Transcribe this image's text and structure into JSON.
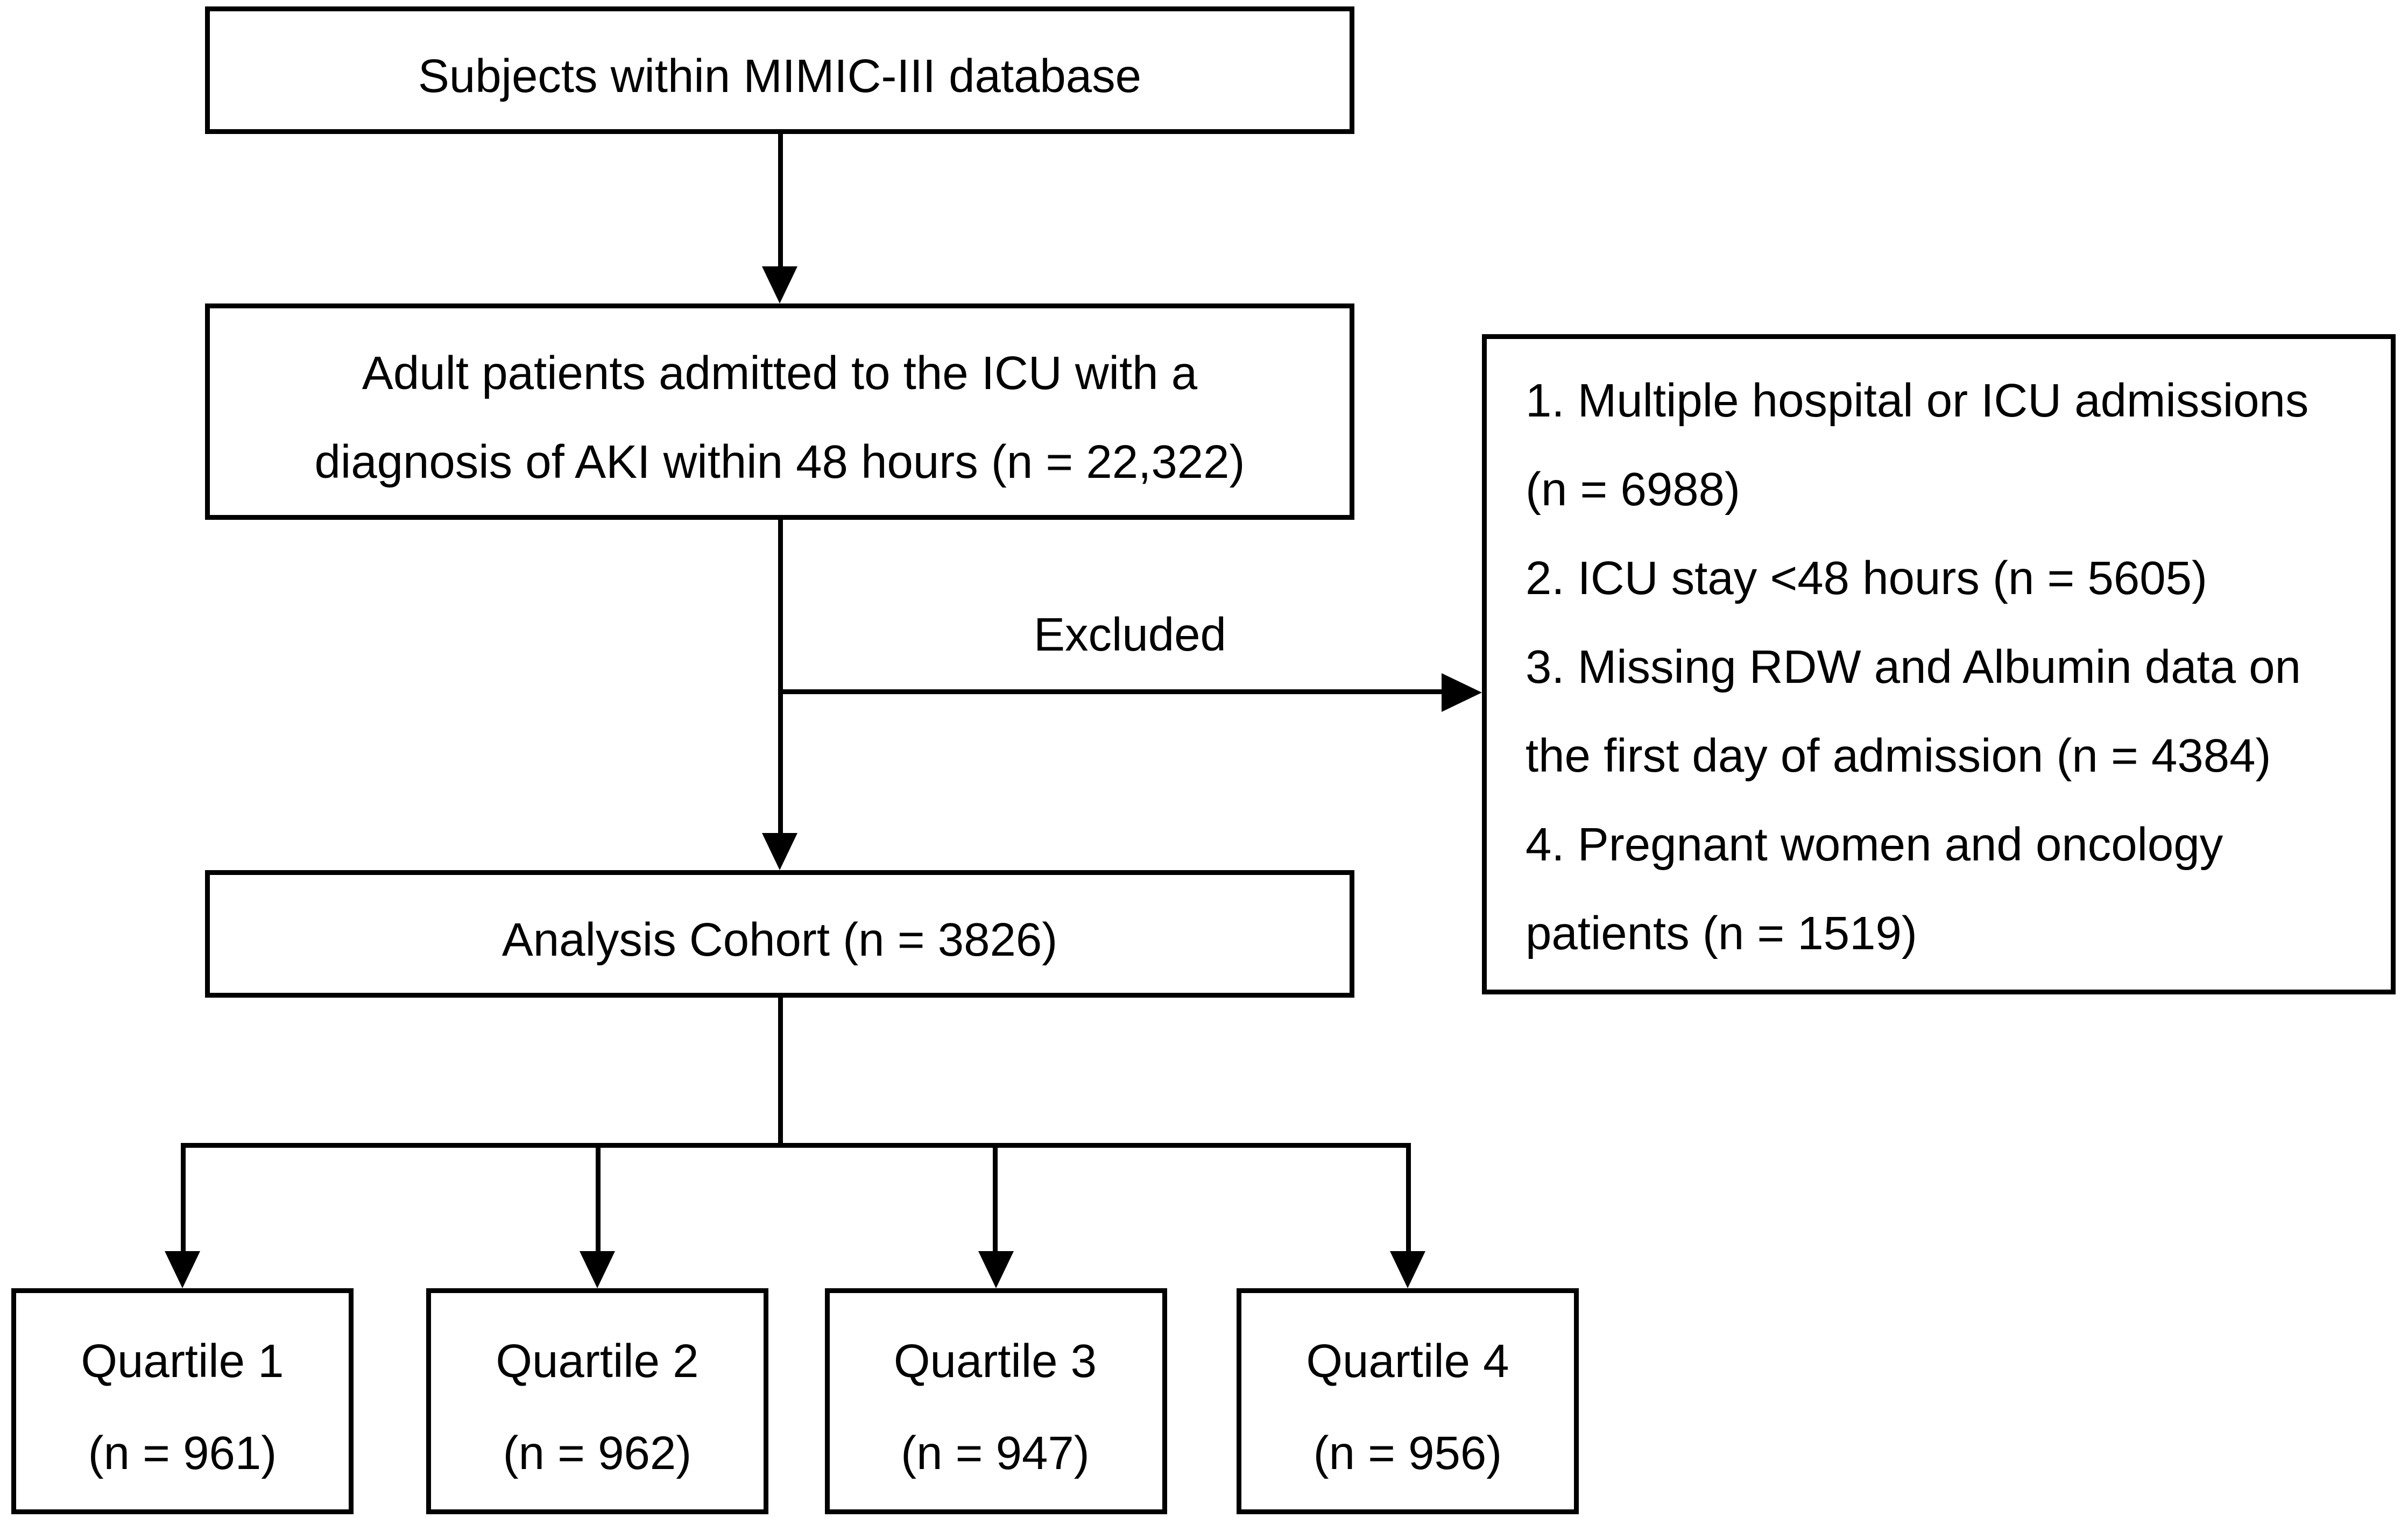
{
  "figure": {
    "colors": {
      "ink": "#000000",
      "background": "#ffffff"
    },
    "nodes": {
      "subjects": {
        "text": "Subjects within MIMIC-III database"
      },
      "adult_patients": {
        "lines": [
          "Adult patients admitted to the ICU with a",
          "diagnosis of AKI within 48 hours (n = 22,322)"
        ]
      },
      "excluded_label": "Excluded",
      "exclusion": {
        "items": [
          {
            "lines": [
              "1. Multiple hospital or ICU admissions",
              "(n = 6988)"
            ]
          },
          {
            "lines": [
              "2. ICU stay <48 hours (n = 5605)"
            ]
          },
          {
            "lines": [
              "3. Missing RDW and Albumin data on",
              "the first day of admission (n = 4384)"
            ]
          },
          {
            "lines": [
              "4. Pregnant women and oncology",
              "patients (n = 1519)"
            ]
          }
        ]
      },
      "cohort": {
        "text": "Analysis Cohort (n = 3826)"
      },
      "quartiles": [
        {
          "name": "Quartile 1",
          "n": "(n = 961)"
        },
        {
          "name": "Quartile 2",
          "n": "(n = 962)"
        },
        {
          "name": "Quartile 3",
          "n": "(n = 947)"
        },
        {
          "name": "Quartile 4",
          "n": "(n = 956)"
        }
      ]
    }
  }
}
